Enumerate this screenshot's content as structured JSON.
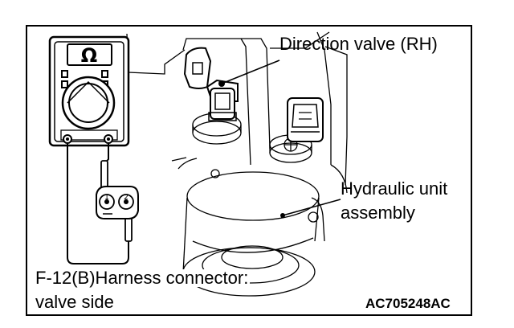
{
  "diagram": {
    "meter_symbol": "Ω",
    "labels": {
      "direction_valve": "Direction valve (RH)",
      "hydraulic_unit_line1": "Hydraulic unit",
      "hydraulic_unit_line2": "assembly",
      "connector_line1": "F-12(B)Harness connector:",
      "connector_line2": "valve side",
      "figure_code": "AC705248AC"
    },
    "icons": [
      "ohmmeter-icon",
      "test-probe-icon",
      "harness-connector-icon",
      "hydraulic-unit-illustration"
    ],
    "colors": {
      "line": "#000000",
      "background": "#ffffff"
    }
  }
}
